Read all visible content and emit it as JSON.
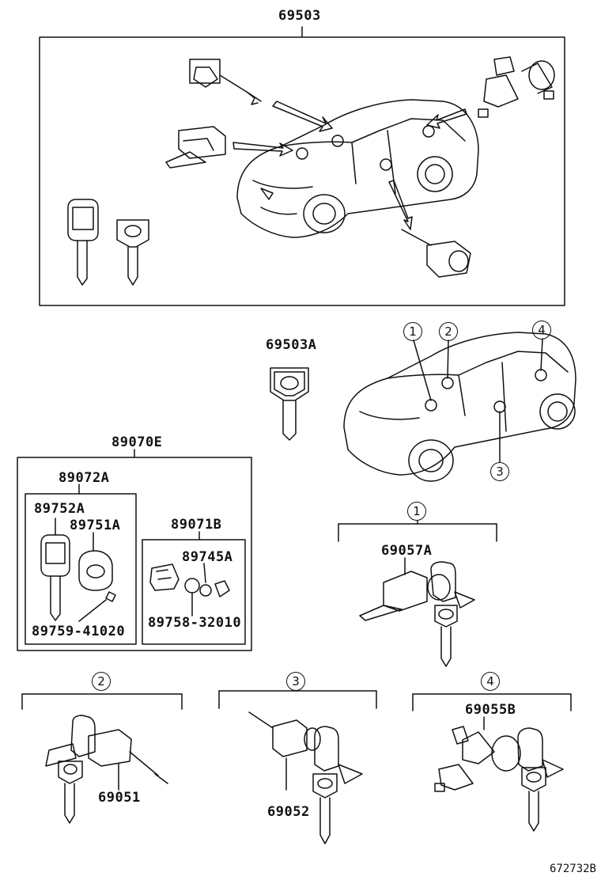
{
  "labels": {
    "top_assembly": "69503",
    "single_key": "69503A",
    "key_set": "89070E",
    "transmitter_key": "89072A",
    "key_blank": "89752A",
    "transmitter_case": "89751A",
    "screw": "89759-41020",
    "transmitter_sub": "89071B",
    "battery_cover": "89745A",
    "battery": "89758-32010",
    "ignition_cylinder": "69057A",
    "door_lock_front": "69051",
    "door_lock_rear": "69052",
    "back_door_lock": "69055B"
  },
  "callouts": {
    "c1": "1",
    "c2": "2",
    "c3": "3",
    "c4": "4"
  },
  "footer": {
    "drawing_code": "672732B"
  }
}
